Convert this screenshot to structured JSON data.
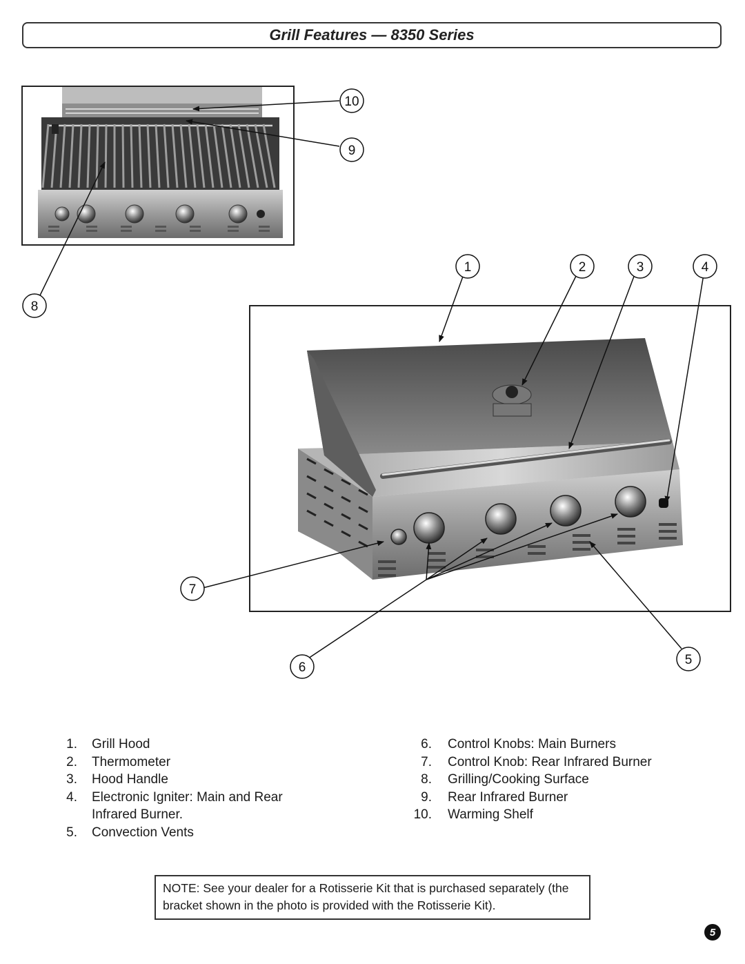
{
  "title": "Grill Features — 8350 Series",
  "callouts": [
    "1",
    "2",
    "3",
    "4",
    "5",
    "6",
    "7",
    "8",
    "9",
    "10"
  ],
  "legend_left": [
    {
      "num": "1.",
      "text": "Grill Hood"
    },
    {
      "num": "2.",
      "text": "Thermometer"
    },
    {
      "num": "3.",
      "text": "Hood Handle"
    },
    {
      "num": "4.",
      "text": "Electronic Igniter: Main and Rear Infrared Burner."
    },
    {
      "num": "5.",
      "text": "Convection Vents"
    }
  ],
  "legend_right": [
    {
      "num": "6.",
      "text": "Control Knobs: Main Burners"
    },
    {
      "num": "7.",
      "text": "Control Knob: Rear Infrared Burner"
    },
    {
      "num": "8.",
      "text": "Grilling/Cooking Surface"
    },
    {
      "num": "9.",
      "text": "Rear Infrared Burner"
    },
    {
      "num": "10.",
      "text": "Warming Shelf"
    }
  ],
  "note": "NOTE: See your dealer for a Rotisserie Kit that is purchased separately (the bracket shown in the photo is provided with the Rotisserie Kit).",
  "page_number": "5"
}
